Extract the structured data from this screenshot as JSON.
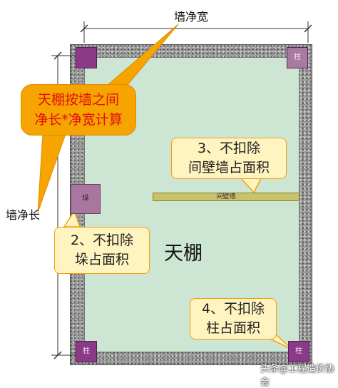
{
  "labels": {
    "wall_width": "墙净宽",
    "wall_length": "墙净长",
    "ceiling": "天棚",
    "partition": "间壁墙"
  },
  "columns": {
    "top_left": "",
    "top_right": "柱",
    "mid_left": "垛",
    "bottom_left": "柱",
    "bottom_right": "柱"
  },
  "callouts": {
    "main_rule": {
      "line1": "天棚按墙之间",
      "line2": "净长*净宽计算"
    },
    "partition_rule": {
      "line1": "3、不扣除",
      "line2": "间壁墙占面积"
    },
    "pillar_rule": {
      "line1": "2、不扣除",
      "line2": "垛占面积"
    },
    "column_rule": {
      "line1": "4、不扣除",
      "line2": "柱占面积"
    }
  },
  "colors": {
    "wall": "#9a9a9a",
    "room": "#cde6d4",
    "column": "#8a3a86",
    "callout_fill": "#fff3c0",
    "callout_border": "#f0a010",
    "main_callout": "#f6a400",
    "main_text": "#e01010"
  },
  "watermark": "头条@工程造价协会"
}
